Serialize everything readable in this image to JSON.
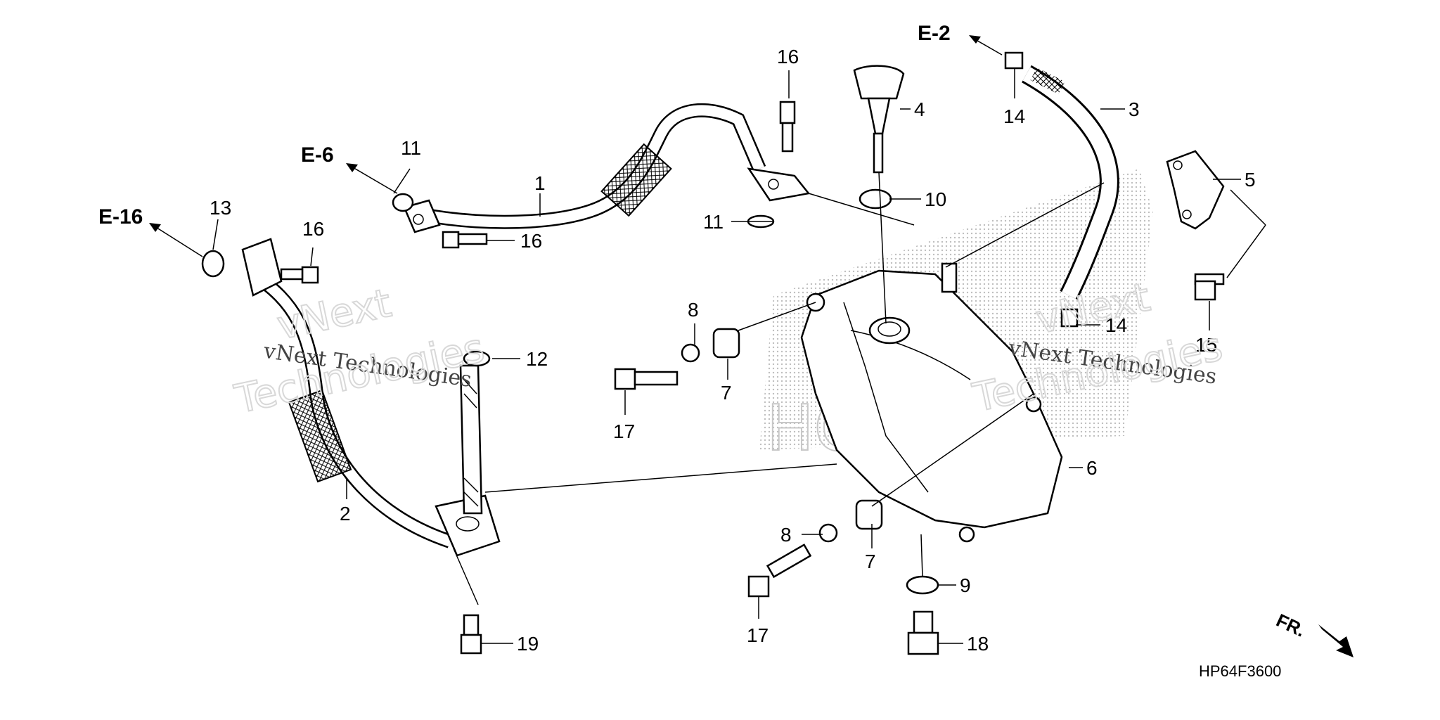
{
  "diagram": {
    "callouts": [
      {
        "id": "c1",
        "text": "1"
      },
      {
        "id": "c2",
        "text": "2"
      },
      {
        "id": "c3",
        "text": "3"
      },
      {
        "id": "c4",
        "text": "4"
      },
      {
        "id": "c5",
        "text": "5"
      },
      {
        "id": "c6",
        "text": "6"
      },
      {
        "id": "c7a",
        "text": "7"
      },
      {
        "id": "c7b",
        "text": "7"
      },
      {
        "id": "c8a",
        "text": "8"
      },
      {
        "id": "c8b",
        "text": "8"
      },
      {
        "id": "c9",
        "text": "9"
      },
      {
        "id": "c10",
        "text": "10"
      },
      {
        "id": "c11a",
        "text": "11"
      },
      {
        "id": "c11b",
        "text": "11"
      },
      {
        "id": "c12",
        "text": "12"
      },
      {
        "id": "c13",
        "text": "13"
      },
      {
        "id": "c14a",
        "text": "14"
      },
      {
        "id": "c14b",
        "text": "14"
      },
      {
        "id": "c15",
        "text": "15"
      },
      {
        "id": "c16a",
        "text": "16"
      },
      {
        "id": "c16b",
        "text": "16"
      },
      {
        "id": "c16c",
        "text": "16"
      },
      {
        "id": "c17a",
        "text": "17"
      },
      {
        "id": "c17b",
        "text": "17"
      },
      {
        "id": "c18",
        "text": "18"
      },
      {
        "id": "c19",
        "text": "19"
      }
    ],
    "references": {
      "e2": "E-2",
      "e6": "E-6",
      "e16": "E-16"
    },
    "front_indicator": "FR.",
    "diagram_code": "HP64F3600",
    "watermarks": {
      "line1": "vNext",
      "line2": "vNext Technologies",
      "line3": "Technologies",
      "brand": "HONDA"
    }
  }
}
